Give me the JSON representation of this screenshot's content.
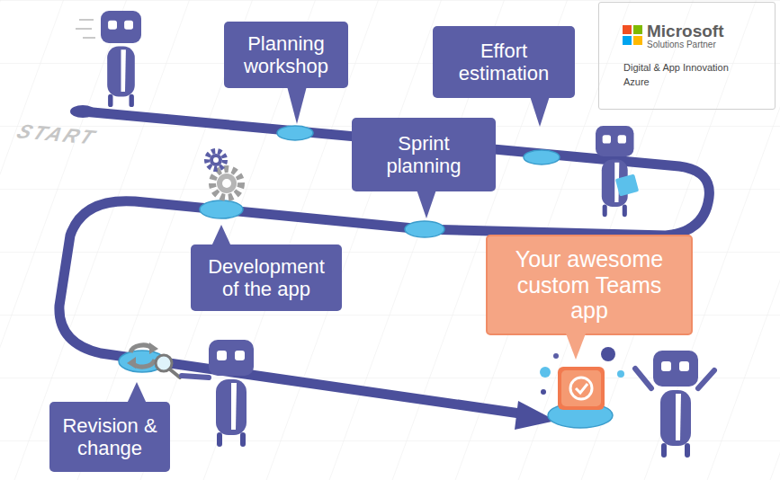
{
  "diagram": {
    "nodes": [
      {
        "text": [
          "Planning workshop"
        ]
      },
      {
        "text": [
          "Effort estimation"
        ]
      },
      {
        "text": [
          "Sprint planning"
        ]
      },
      {
        "text": [
          "Development of the app"
        ]
      },
      {
        "text": [
          "Revision & change"
        ]
      },
      {
        "text": [
          "Your awesome custom Teams app"
        ]
      },
      {
        "text": [
          "Microsoft",
          "Solutions Partner",
          "Digital & App Innovation Azure"
        ]
      }
    ],
    "labels": [
      "START"
    ]
  }
}
